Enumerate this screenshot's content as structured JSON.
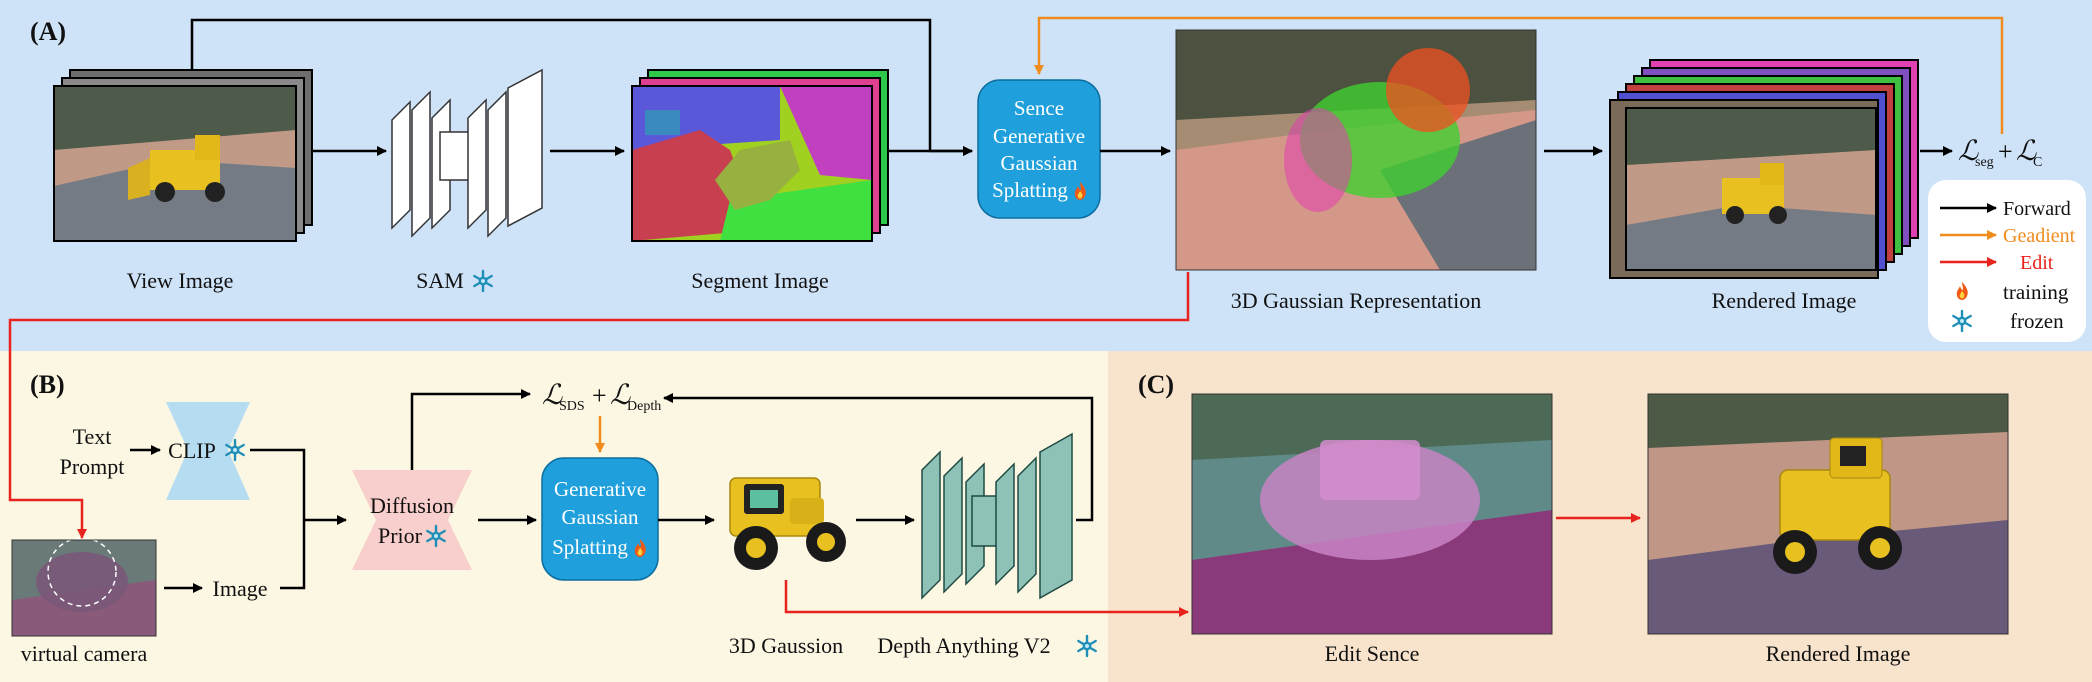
{
  "panels": {
    "a": "(A)",
    "b": "(B)",
    "c": "(C)"
  },
  "panel_a": {
    "view_image": "View Image",
    "sam": "SAM",
    "segment_image": "Segment Image",
    "sgs_line1": "Sence",
    "sgs_line2": "Generative",
    "sgs_line3": "Gaussian",
    "sgs_line4": "Splatting",
    "gaussian_rep": "3D Gaussian Representation",
    "rendered_image": "Rendered Image",
    "loss_l1": "ℒ",
    "loss_s1": "seg",
    "loss_plus": "+",
    "loss_l2": "ℒ",
    "loss_s2": "C"
  },
  "legend": {
    "forward": "Forward",
    "gradient": "Geadient",
    "edit": "Edit",
    "training": "training",
    "frozen": "frozen"
  },
  "panel_b": {
    "text_prompt_1": "Text",
    "text_prompt_2": "Prompt",
    "clip": "CLIP",
    "image": "Image",
    "virtual_camera": "virtual camera",
    "diffusion_1": "Diffusion",
    "diffusion_2": "Prior",
    "ggs_1": "Generative",
    "ggs_2": "Gaussian",
    "ggs_3": "Splatting",
    "gaussian_3d": "3D Gaussion",
    "depth_anything": "Depth Anything V2",
    "loss_l1": "ℒ",
    "loss_s1": "SDS",
    "loss_plus": "+",
    "loss_l2": "ℒ",
    "loss_s2": "Depth"
  },
  "panel_c": {
    "edit_scene": "Edit Sence",
    "rendered_image": "Rendered Image"
  },
  "colors": {
    "panel_a_bg": "#cfe3f8",
    "panel_b_bg": "#fbf7e3",
    "panel_c_bg": "#f8e4cc",
    "block_blue": "#1fa0dc",
    "clip_blue": "#b6dcf2",
    "diffusion_pink": "#f8cfcc",
    "forward": "#000000",
    "gradient": "#f08c1e",
    "edit": "#e8221c"
  }
}
